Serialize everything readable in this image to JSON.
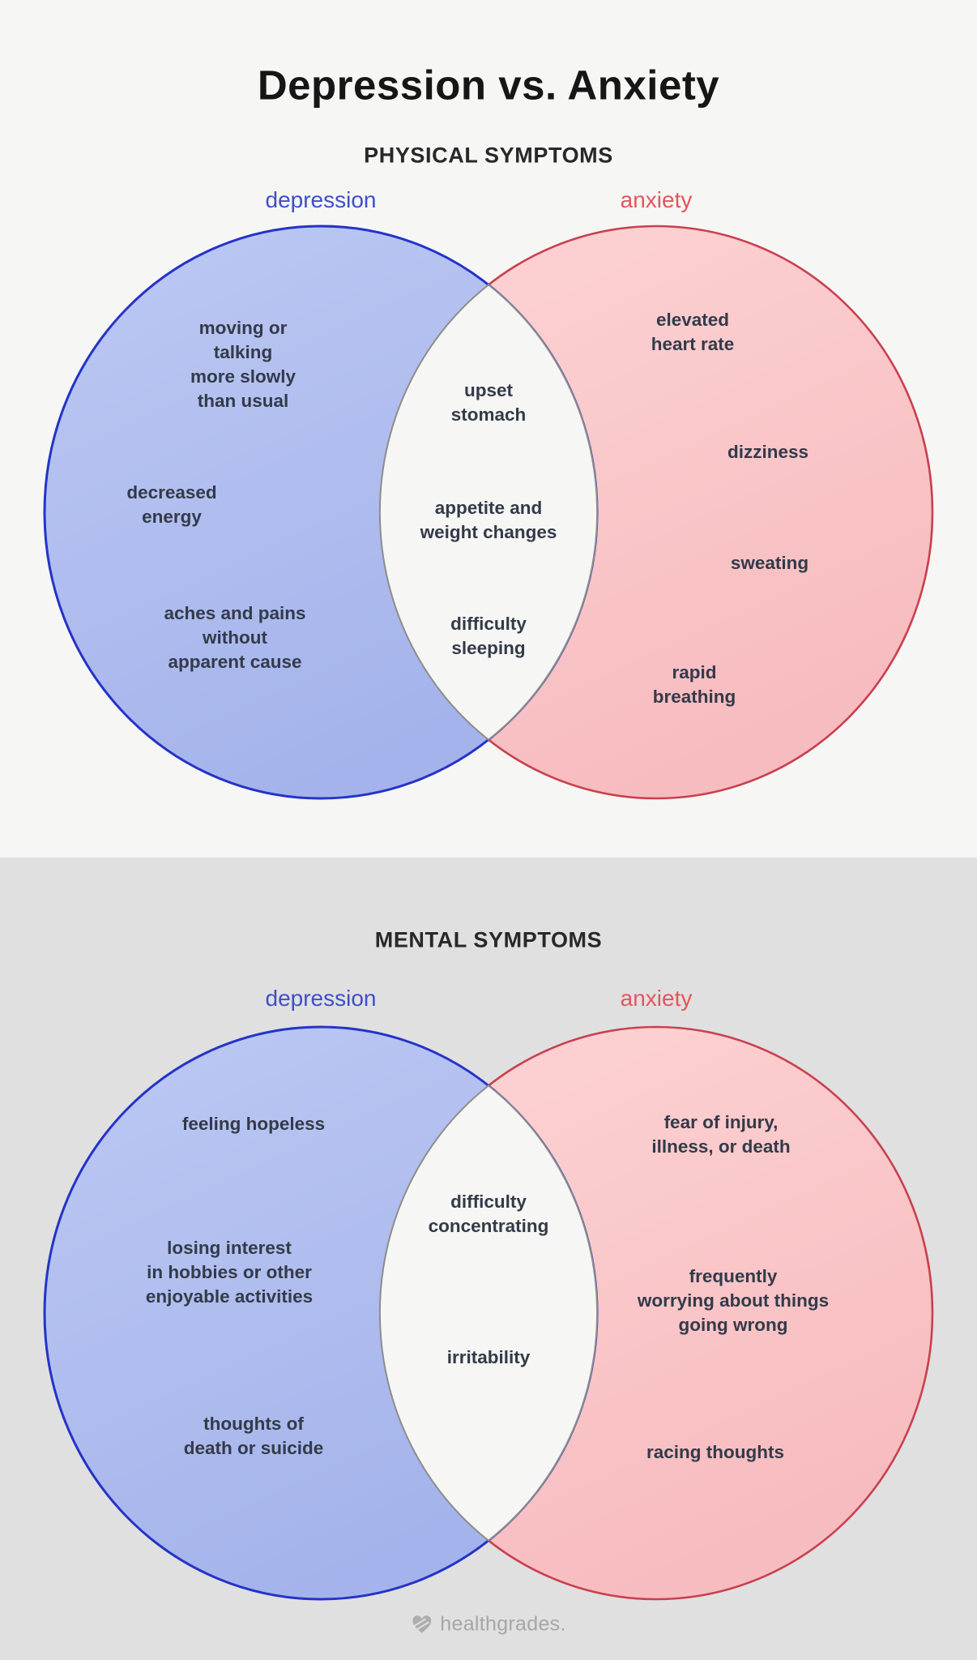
{
  "title": "Depression vs. Anxiety",
  "footer": {
    "brand": "healthgrades."
  },
  "colors": {
    "background_top": "#f6f6f5",
    "background_bottom": "#e0e0e0",
    "depression_fill": "#aebbee",
    "depression_border": "#2433c8",
    "depression_label": "#3f4ec9",
    "anxiety_fill": "#f9c6c8",
    "anxiety_border": "#c9404e",
    "anxiety_label": "#e4555c",
    "overlap_fill": "#f6f6f4",
    "overlap_border": "#8d8d8b",
    "symptom_text": "#333a49"
  },
  "sections": [
    {
      "heading": "PHYSICAL SYMPTOMS",
      "left_label": "depression",
      "right_label": "anxiety",
      "left_items": [
        "moving or\ntalking\nmore slowly\nthan usual",
        "decreased\nenergy",
        "aches and pains\nwithout\napparent cause"
      ],
      "shared_items": [
        "upset\nstomach",
        "appetite and\nweight changes",
        "difficulty\nsleeping"
      ],
      "right_items": [
        "elevated\nheart rate",
        "dizziness",
        "sweating",
        "rapid\nbreathing"
      ]
    },
    {
      "heading": "MENTAL SYMPTOMS",
      "left_label": "depression",
      "right_label": "anxiety",
      "left_items": [
        "feeling hopeless",
        "losing interest\nin hobbies or other\nenjoyable activities",
        "thoughts of\ndeath or suicide"
      ],
      "shared_items": [
        "difficulty\nconcentrating",
        "irritability"
      ],
      "right_items": [
        "fear of injury,\nillness, or death",
        "frequently\nworrying about things\ngoing wrong",
        "racing thoughts"
      ]
    }
  ]
}
